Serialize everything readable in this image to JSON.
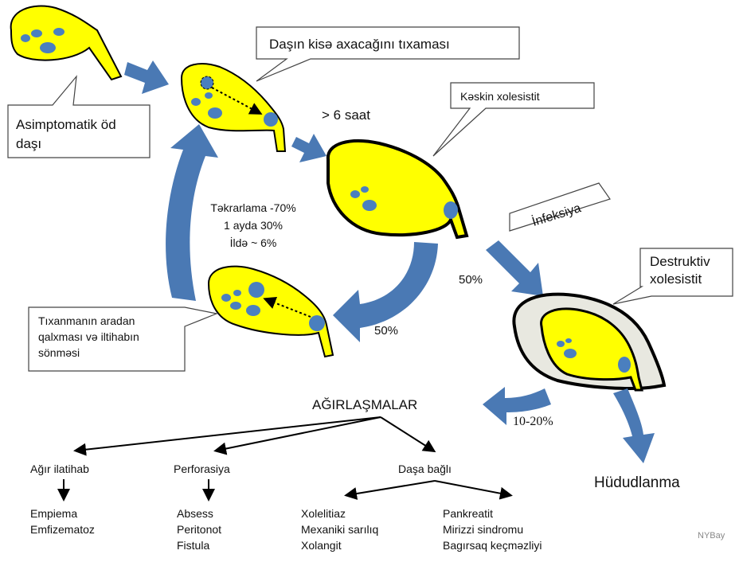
{
  "callouts": {
    "cystic_duct": "Daşın kisə axacağını tıxaması",
    "asymptomatic": [
      "Asimptomatik öd",
      "daşı"
    ],
    "acute": "Kəskin xolesistit",
    "destructive": [
      "Destruktiv",
      "xolesistit"
    ],
    "resolution": [
      "Tıxanmanın aradan",
      "qalxması və iltihabın",
      "sönməsi"
    ],
    "infection": "İnfeksiya"
  },
  "labels": {
    "over_6h": "> 6 saat",
    "recurrence": [
      "Təkrarlama -70%",
      "1 ayda 30%",
      "İldə ~ 6%"
    ],
    "pct_50_right": "50%",
    "pct_50_bottom": "50%",
    "pct_10_20": "10-20%",
    "limitation": "Hüdudlanma",
    "complications": "AĞIRLAŞMALAR",
    "severe_inflammation": "Ağır ilatihab",
    "perforation": "Perforasiya",
    "stone_related": "Daşa bağlı",
    "severe_items": [
      "Empiema",
      "Emfizematoz"
    ],
    "perforation_items": [
      "Absess",
      "Peritonot",
      "Fistula"
    ],
    "stone_items_a": [
      "Xolelitiaz",
      "Mexaniki sarılıq",
      "Xolangit"
    ],
    "stone_items_b": [
      "Pankreatit",
      "Mirizzi sindromu",
      "Bagırsaq keçməzliyi"
    ],
    "credit": "NYBay"
  },
  "colors": {
    "gallbladder": "#ffff00",
    "stone": "#4a7fbf",
    "arrow": "#4a79b4",
    "wall": "#e8e8e0"
  }
}
